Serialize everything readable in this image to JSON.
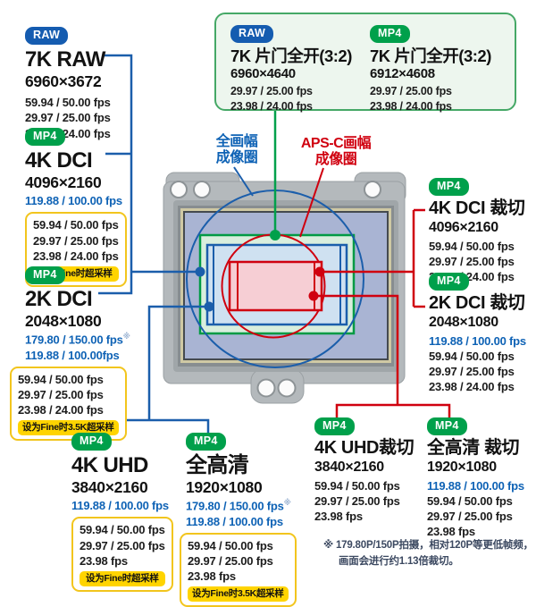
{
  "badge": {
    "raw": "RAW",
    "mp4": "MP4"
  },
  "circle_labels": {
    "full_frame_l1": "全画幅",
    "full_frame_l2": "成像圈",
    "apsc_l1": "APS-C画幅",
    "apsc_l2": "成像圈"
  },
  "blocks": {
    "raw7k": {
      "badge": "RAW",
      "title": "7K RAW",
      "res": "6960×3672",
      "fps": [
        "59.94 / 50.00 fps",
        "29.97 / 25.00 fps",
        "23.98 / 24.00 fps"
      ]
    },
    "open_gate_raw": {
      "badge": "RAW",
      "title": "7K 片门全开(3:2)",
      "res": "6960×4640",
      "fps": [
        "29.97 / 25.00 fps",
        "23.98 / 24.00 fps"
      ]
    },
    "open_gate_mp4": {
      "badge": "MP4",
      "title": "7K 片门全开(3:2)",
      "res": "6912×4608",
      "fps": [
        "29.97 / 25.00 fps",
        "23.98 / 24.00 fps"
      ]
    },
    "dci4k": {
      "badge": "MP4",
      "title": "4K DCI",
      "res": "4096×2160",
      "fps_blue": [
        "119.88 / 100.00 fps"
      ],
      "fps": [
        "59.94 / 50.00 fps",
        "29.97 / 25.00 fps",
        "23.98 / 24.00 fps"
      ],
      "note": "设为Fine时超采样"
    },
    "dci2k": {
      "badge": "MP4",
      "title": "2K DCI",
      "res": "2048×1080",
      "fps_blue": [
        "179.80 / 150.00 fps",
        "119.88 / 100.00fps"
      ],
      "sup": "※",
      "fps": [
        "59.94 / 50.00 fps",
        "29.97 / 25.00 fps",
        "23.98 / 24.00 fps"
      ],
      "note": "设为Fine时3.5K超采样"
    },
    "dci4k_crop": {
      "badge": "MP4",
      "title": "4K DCI 裁切",
      "res": "4096×2160",
      "fps": [
        "59.94 / 50.00 fps",
        "29.97 / 25.00 fps",
        "23.98 / 24.00 fps"
      ]
    },
    "dci2k_crop": {
      "badge": "MP4",
      "title": "2K DCI 裁切",
      "res": "2048×1080",
      "fps_blue": [
        "119.88 / 100.00 fps"
      ],
      "fps": [
        "59.94 / 50.00 fps",
        "29.97 / 25.00 fps",
        "23.98 / 24.00 fps"
      ]
    },
    "uhd4k": {
      "badge": "MP4",
      "title": "4K UHD",
      "res": "3840×2160",
      "fps_blue": [
        "119.88 / 100.00 fps"
      ],
      "fps": [
        "59.94 / 50.00 fps",
        "29.97 / 25.00 fps",
        "23.98 fps"
      ],
      "note": "设为Fine时超采样"
    },
    "fhd": {
      "badge": "MP4",
      "title": "全高清",
      "res": "1920×1080",
      "fps_blue": [
        "179.80 / 150.00 fps",
        "119.88 / 100.00 fps"
      ],
      "sup": "※",
      "fps": [
        "59.94 / 50.00 fps",
        "29.97 / 25.00 fps",
        "23.98 fps"
      ],
      "note": "设为Fine时3.5K超采样"
    },
    "uhd4k_crop": {
      "badge": "MP4",
      "title": "4K UHD裁切",
      "res": "3840×2160",
      "fps": [
        "59.94 / 50.00 fps",
        "29.97 / 25.00 fps",
        "23.98 fps"
      ]
    },
    "fhd_crop": {
      "badge": "MP4",
      "title": "全高清 裁切",
      "res": "1920×1080",
      "fps_blue": [
        "119.88 / 100.00 fps"
      ],
      "fps": [
        "59.94 / 50.00 fps",
        "29.97 / 25.00 fps",
        "23.98 fps"
      ]
    }
  },
  "footnote": {
    "line1": "※ 179.80P/150P拍摄，相对120P等更低帧频，",
    "line2": "画面会进行约1.13倍裁切。"
  }
}
